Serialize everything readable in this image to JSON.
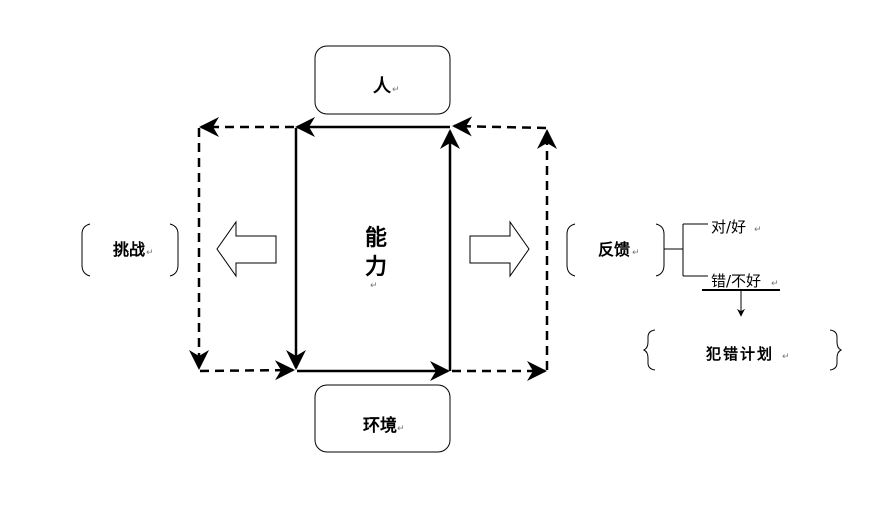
{
  "diagram": {
    "top_box": "人",
    "bottom_box": "环境",
    "center": {
      "line1": "能",
      "line2": "力"
    },
    "left_label": "挑战",
    "right_label": "反馈",
    "feedback_good": "对/好",
    "feedback_bad": "错/不好",
    "plan_label": "犯错计划",
    "para_mark": "↵"
  }
}
